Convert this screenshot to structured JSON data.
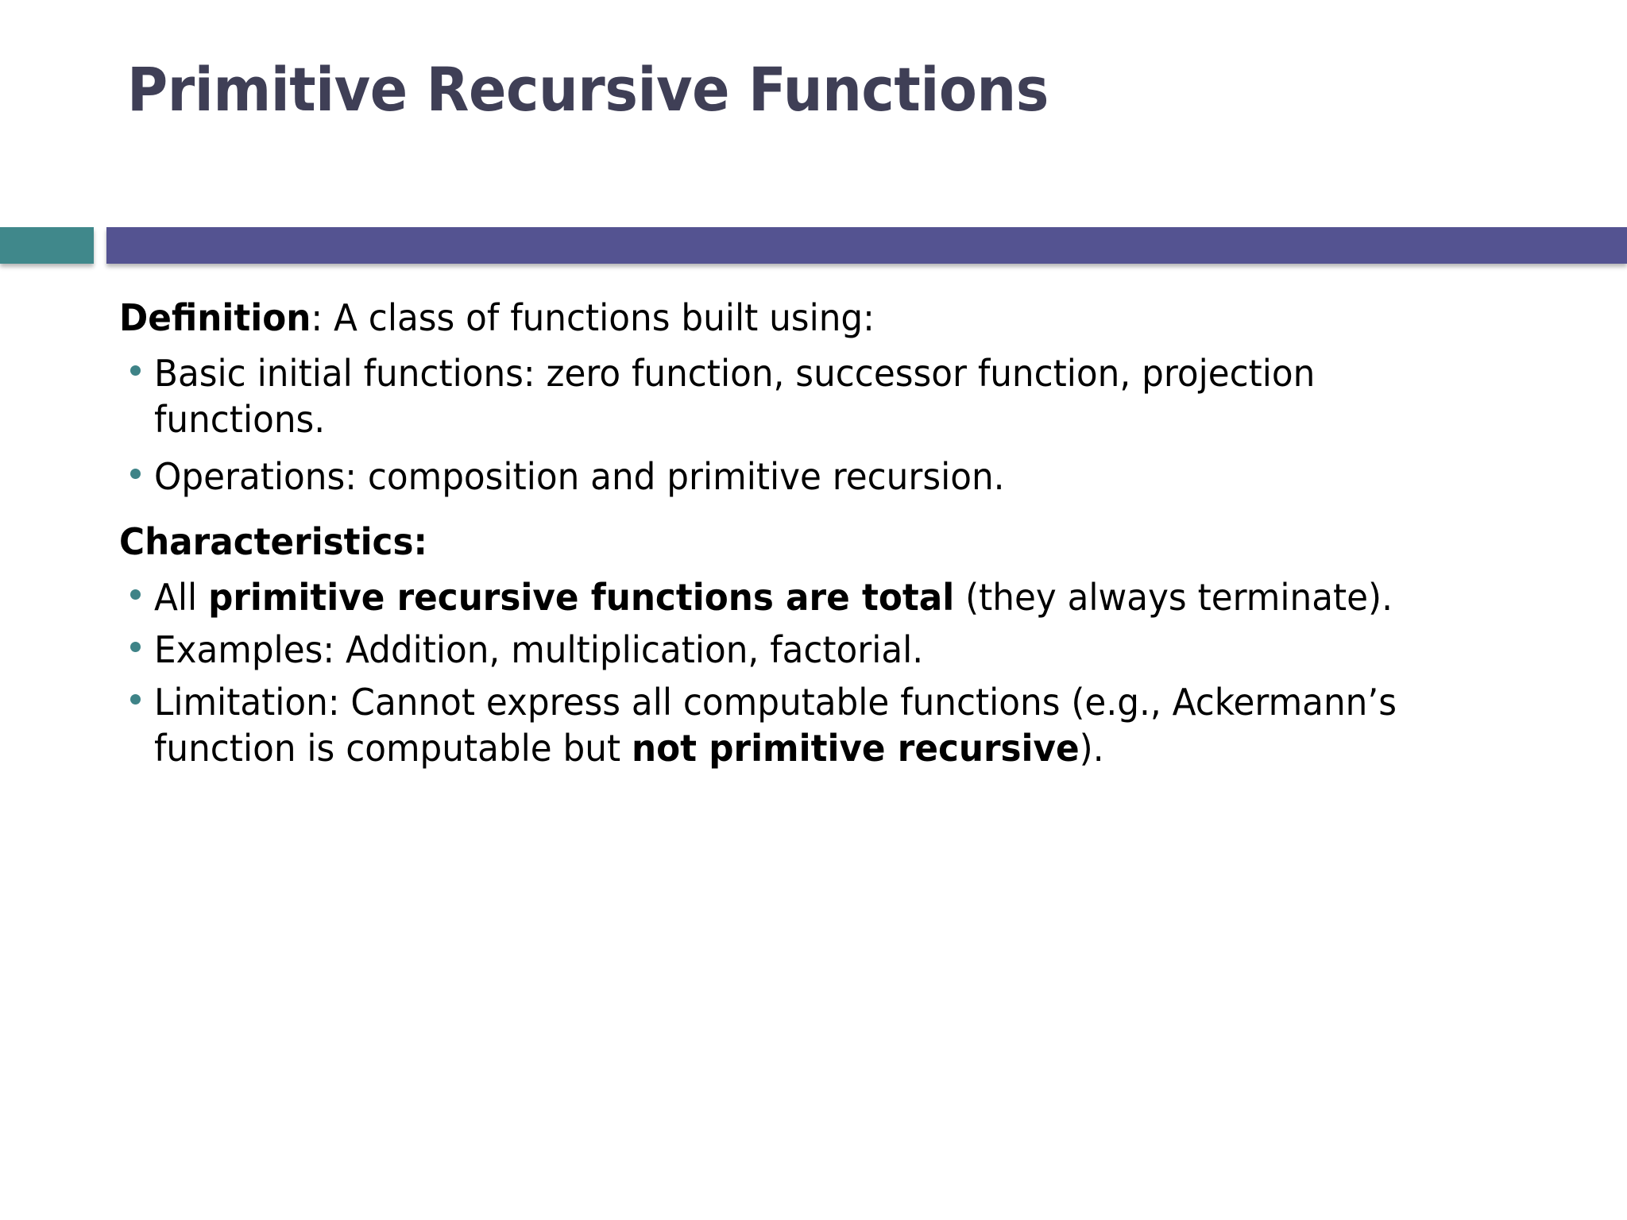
{
  "slide": {
    "title": "Primitive Recursive Functions",
    "theme": {
      "title_color": "#3f3f56",
      "accent_teal": "#40888b",
      "accent_purple": "#545391",
      "bullet_color": "#3e8387",
      "body_color": "#000000",
      "background": "#ffffff"
    },
    "body": {
      "definition": {
        "label": "Definition",
        "separator": ": ",
        "text": "A class of functions built using:"
      },
      "definition_bullets": [
        {
          "text": "Basic initial functions: zero function, successor function, projection functions."
        },
        {
          "text": "Operations: composition and primitive recursion."
        }
      ],
      "characteristics_heading": "Characteristics:",
      "characteristics_bullets": [
        {
          "pre": "All ",
          "bold": "primitive recursive functions are total",
          "post": " (they always terminate)."
        },
        {
          "pre": "Examples: Addition, multiplication, factorial.",
          "bold": "",
          "post": ""
        },
        {
          "pre": "Limitation: Cannot express all computable functions (e.g., Ackermann’s function is computable but ",
          "bold": "not primitive recursive",
          "post": ")."
        }
      ]
    }
  }
}
